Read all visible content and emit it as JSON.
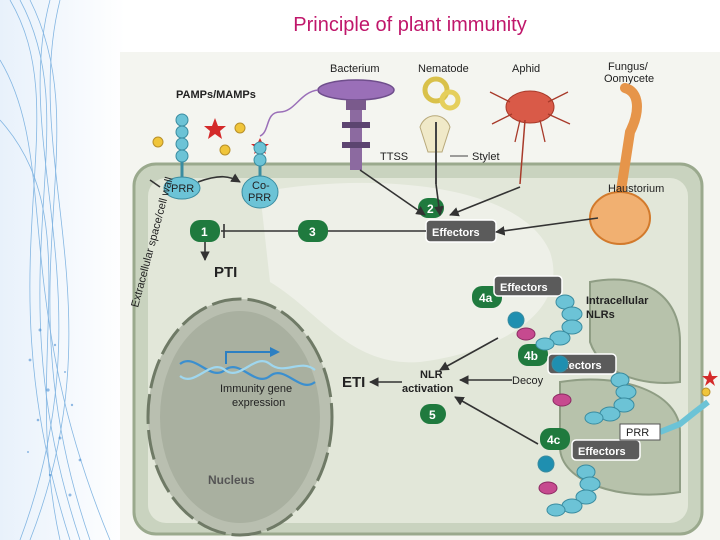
{
  "title": "Principle of plant immunity",
  "labels": {
    "bacterium": "Bacterium",
    "nematode": "Nematode",
    "aphid": "Aphid",
    "fungus_line1": "Fungus/",
    "fungus_line2": "Oomycete",
    "pamps": "PAMPs/MAMPs",
    "extracellular": "Extracellular space/cell wall",
    "ttss": "TTSS",
    "stylet": "Stylet",
    "haustorium": "Haustorium",
    "prr": "PRR",
    "coprr_line1": "Co-",
    "coprr_line2": "PRR",
    "step1": "1",
    "step2": "2",
    "step3": "3",
    "step4a": "4a",
    "step4b": "4b",
    "step4c": "4c",
    "step5": "5",
    "effectors": "Effectors",
    "pti": "PTI",
    "eti": "ETI",
    "intracellular_line1": "Intracellular",
    "intracellular_line2": "NLRs",
    "decoy": "Decoy",
    "nlr_line1": "NLR",
    "nlr_line2": "activation",
    "immunity_line1": "Immunity gene",
    "immunity_line2": "expression",
    "nucleus": "Nucleus",
    "prr_right": "PRR"
  },
  "colors": {
    "title": "#c0176b",
    "cell_fill": "#c9d3bf",
    "cell_border": "#9aa98d",
    "cytoplasm": "#e2e7d9",
    "nucleus": "#b9bfb0",
    "step_badge": "#1f7a3e",
    "effector_box": "#5b5b5b",
    "nlr": "#6cc3d6",
    "fungus": "#e6954a",
    "bacterium": "#9a6fb8"
  }
}
